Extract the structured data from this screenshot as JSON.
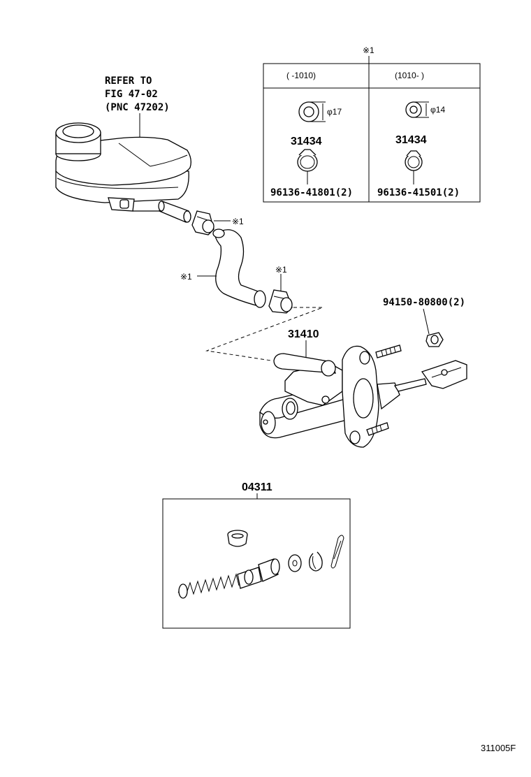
{
  "refer_note": {
    "line1": "REFER TO",
    "line2": "FIG 47-02",
    "line3": "(PNC 47202)"
  },
  "inset_table": {
    "marker": "※1",
    "col1_header": "(      -1010)",
    "col2_header": "(1010-      )",
    "col1_dim": "φ17",
    "col2_dim": "φ14",
    "col1_part_a": "31434",
    "col2_part_a": "31434",
    "col1_part_b": "96136-41801(2)",
    "col2_part_b": "96136-41501(2)"
  },
  "callouts": {
    "marker_upper": "※1",
    "marker_left": "※1",
    "marker_lower": "※1",
    "master_cylinder": "31410",
    "nut": "94150-80800(2)",
    "kit": "04311"
  },
  "figure_id": "311005F"
}
